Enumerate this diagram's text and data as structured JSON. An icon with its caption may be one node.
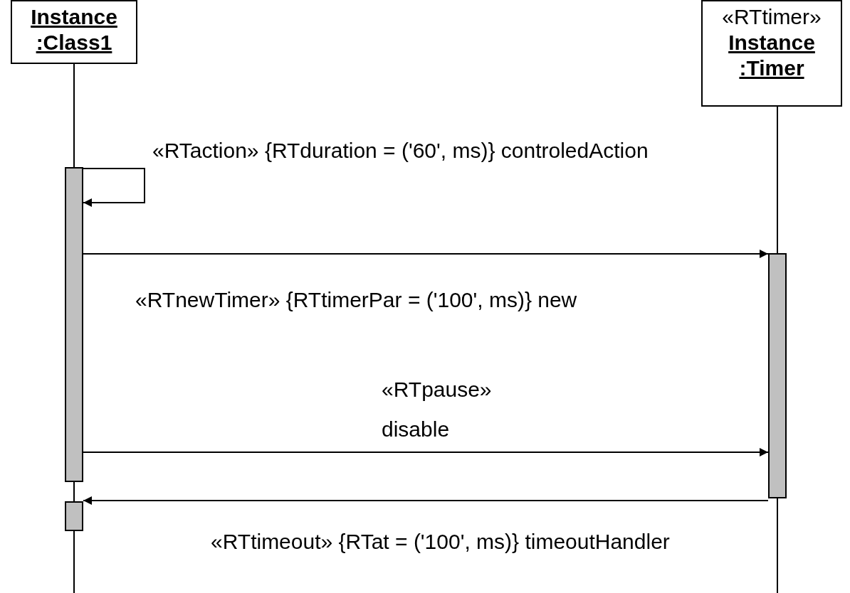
{
  "diagram": {
    "nodes": [
      {
        "text": [
          "Instance :Class1"
        ]
      },
      {
        "text": [
          "«RTtimer»",
          "Instance :Timer"
        ]
      },
      {
        "text": [],
        "shape": "bar"
      },
      {
        "text": [],
        "shape": "bar"
      },
      {
        "text": [],
        "shape": "bar"
      }
    ],
    "edges": [
      {
        "from": 2,
        "to": 2,
        "arrow": "to",
        "label": "«RTaction» {RTduration = ('60', ms)} controledAction"
      },
      {
        "from": 2,
        "to": 4,
        "arrow": "to",
        "label": "«RTnewTimer» {RTtimerPar = ('100', ms)} new"
      },
      {
        "from": 2,
        "to": 4,
        "arrow": "to",
        "label": "«RTpause» disable"
      },
      {
        "from": 4,
        "to": 3,
        "arrow": "to",
        "label": "«RTtimeout» {RTat = ('100', ms)} timeoutHandler"
      }
    ]
  }
}
